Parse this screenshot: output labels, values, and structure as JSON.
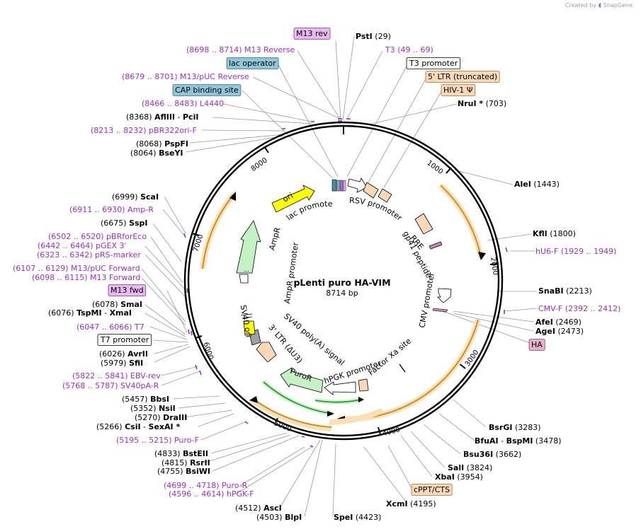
{
  "brand": {
    "created_by": "Created by",
    "name": "SnapGene"
  },
  "plasmid": {
    "name": "pLenti puro HA-VIM",
    "length": "8714 bp",
    "total_bp": 8714
  },
  "colors": {
    "primer": "#9b2fc8",
    "ring": "#000000",
    "orange": "#f3a21b",
    "green_fill": "#c5f2c5"
  },
  "ticks": [
    "1000",
    "2000",
    "3000",
    "4000",
    "5000",
    "6000",
    "7000",
    "8000"
  ],
  "labels": [
    {
      "id": "lb0",
      "parts": [
        {
          "t": "M13 rev",
          "s": "f"
        }
      ],
      "box": "#e8b9f0",
      "bstroke": "#7a3c8c"
    },
    {
      "id": "lb1",
      "parts": [
        {
          "t": "PstI",
          "s": "n"
        },
        {
          "t": "  (29)",
          "s": "p"
        }
      ]
    },
    {
      "id": "lb2",
      "parts": [
        {
          "t": "(8698 .. 8714)  M13 Reverse",
          "s": "r"
        }
      ]
    },
    {
      "id": "lb3",
      "parts": [
        {
          "t": "T3",
          "s": "r"
        },
        {
          "t": "    (49 .. 69)",
          "s": "r"
        }
      ]
    },
    {
      "id": "lb4",
      "parts": [
        {
          "t": "lac operator",
          "s": "f"
        }
      ],
      "box": "#8fc7d9",
      "bstroke": "#3d6f80"
    },
    {
      "id": "lb5",
      "parts": [
        {
          "t": "T3 promoter",
          "s": "f"
        }
      ],
      "box": "#ffffff",
      "bstroke": "#000000"
    },
    {
      "id": "lb6",
      "parts": [
        {
          "t": "(8679 .. 8701)  M13/pUC Reverse",
          "s": "r"
        }
      ]
    },
    {
      "id": "lb7",
      "parts": [
        {
          "t": "5' LTR (truncated)",
          "s": "f"
        }
      ],
      "box": "#fbd9b8",
      "bstroke": "#a0703e"
    },
    {
      "id": "lb8",
      "parts": [
        {
          "t": "CAP binding site",
          "s": "f"
        }
      ],
      "box": "#8fc7d9",
      "bstroke": "#3d6f80"
    },
    {
      "id": "lb9",
      "parts": [
        {
          "t": "HIV-1 Ψ",
          "s": "f"
        }
      ],
      "box": "#fbd9b8",
      "bstroke": "#a0703e"
    },
    {
      "id": "lb10",
      "parts": [
        {
          "t": "(8466 .. 8483)  L4440",
          "s": "r"
        }
      ]
    },
    {
      "id": "lb11",
      "parts": [
        {
          "t": "NruI *",
          "s": "n"
        },
        {
          "t": "  (703)",
          "s": "p"
        }
      ]
    },
    {
      "id": "lb12",
      "parts": [
        {
          "t": "(8368)  ",
          "s": "p"
        },
        {
          "t": "AflIII",
          "s": "n"
        },
        {
          "t": "  -  ",
          "s": "p"
        },
        {
          "t": "PciI",
          "s": "n"
        }
      ]
    },
    {
      "id": "lb13",
      "parts": [
        {
          "t": "(8213 .. 8232)  pBR322ori-F",
          "s": "r"
        }
      ]
    },
    {
      "id": "lb14",
      "parts": [
        {
          "t": "(8068)  ",
          "s": "p"
        },
        {
          "t": "PspFI",
          "s": "n"
        }
      ]
    },
    {
      "id": "lb15",
      "parts": [
        {
          "t": "(8064)  ",
          "s": "p"
        },
        {
          "t": "BseYI",
          "s": "n"
        }
      ]
    },
    {
      "id": "lb16",
      "parts": [
        {
          "t": "AleI",
          "s": "n"
        },
        {
          "t": "  (1443)",
          "s": "p"
        }
      ]
    },
    {
      "id": "lb17",
      "parts": [
        {
          "t": "(6999)  ",
          "s": "p"
        },
        {
          "t": "ScaI",
          "s": "n"
        }
      ]
    },
    {
      "id": "lb18",
      "parts": [
        {
          "t": "(6911 .. 6930)  Amp-R",
          "s": "r"
        }
      ]
    },
    {
      "id": "lb19",
      "parts": [
        {
          "t": "(6675)  ",
          "s": "p"
        },
        {
          "t": "SspI",
          "s": "n"
        }
      ]
    },
    {
      "id": "lb20",
      "parts": [
        {
          "t": "KflI",
          "s": "n"
        },
        {
          "t": "  (1800)",
          "s": "p"
        }
      ]
    },
    {
      "id": "lb21",
      "parts": [
        {
          "t": "(6502 .. 6520)  pBRforEco",
          "s": "r"
        }
      ]
    },
    {
      "id": "lb22",
      "parts": [
        {
          "t": "(6442 .. 6464)  pGEX 3'",
          "s": "r"
        }
      ]
    },
    {
      "id": "lb23",
      "parts": [
        {
          "t": "hU6-F",
          "s": "r"
        },
        {
          "t": "  (1929 .. 1949)",
          "s": "r"
        }
      ]
    },
    {
      "id": "lb24",
      "parts": [
        {
          "t": "(6323 .. 6342)  pRS-marker",
          "s": "r"
        }
      ]
    },
    {
      "id": "lb25",
      "parts": [
        {
          "t": "(6107 .. 6129)  M13/pUC Forward",
          "s": "r"
        }
      ]
    },
    {
      "id": "lb26",
      "parts": [
        {
          "t": "(6098 .. 6115)  M13 Forward",
          "s": "r"
        }
      ]
    },
    {
      "id": "lb27",
      "parts": [
        {
          "t": "SnaBI",
          "s": "n"
        },
        {
          "t": "  (2213)",
          "s": "p"
        }
      ]
    },
    {
      "id": "lb28",
      "parts": [
        {
          "t": "M13 fwd",
          "s": "f"
        }
      ],
      "box": "#e8b9f0",
      "bstroke": "#7a3c8c"
    },
    {
      "id": "lb29",
      "parts": [
        {
          "t": "(6078)  ",
          "s": "p"
        },
        {
          "t": "SmaI",
          "s": "n"
        }
      ]
    },
    {
      "id": "lb30",
      "parts": [
        {
          "t": "CMV-F",
          "s": "r"
        },
        {
          "t": "  (2392 .. 2412)",
          "s": "r"
        }
      ]
    },
    {
      "id": "lb31",
      "parts": [
        {
          "t": "(6076)  ",
          "s": "p"
        },
        {
          "t": "TspMI",
          "s": "n"
        },
        {
          "t": "  -  ",
          "s": "p"
        },
        {
          "t": "XmaI",
          "s": "n"
        }
      ]
    },
    {
      "id": "lb32",
      "parts": [
        {
          "t": "AfeI",
          "s": "n"
        },
        {
          "t": "  (2469)",
          "s": "p"
        }
      ]
    },
    {
      "id": "lb33",
      "parts": [
        {
          "t": "AgeI",
          "s": "n"
        },
        {
          "t": "  (2473)",
          "s": "p"
        }
      ]
    },
    {
      "id": "lb34",
      "parts": [
        {
          "t": "(6047 .. 6066)  T7",
          "s": "r"
        }
      ]
    },
    {
      "id": "lb35",
      "parts": [
        {
          "t": "T7 promoter",
          "s": "f"
        }
      ],
      "box": "#ffffff",
      "bstroke": "#000000"
    },
    {
      "id": "lb36",
      "parts": [
        {
          "t": "HA",
          "s": "f"
        }
      ],
      "box": "#e2b3c8",
      "bstroke": "#8a4a66"
    },
    {
      "id": "lb37",
      "parts": [
        {
          "t": "(6026)  ",
          "s": "p"
        },
        {
          "t": "AvrII",
          "s": "n"
        }
      ]
    },
    {
      "id": "lb38",
      "parts": [
        {
          "t": "(5979)  ",
          "s": "p"
        },
        {
          "t": "SfiI",
          "s": "n"
        }
      ]
    },
    {
      "id": "lb39",
      "parts": [
        {
          "t": "(5822 .. 5841)  EBV-rev",
          "s": "r"
        }
      ]
    },
    {
      "id": "lb40",
      "parts": [
        {
          "t": "(5768 .. 5787)  SV40pA-R",
          "s": "r"
        }
      ]
    },
    {
      "id": "lb41",
      "parts": [
        {
          "t": "(5457)  ",
          "s": "p"
        },
        {
          "t": "BbsI",
          "s": "n"
        }
      ]
    },
    {
      "id": "lb42",
      "parts": [
        {
          "t": "(5352)  ",
          "s": "p"
        },
        {
          "t": "NsiI",
          "s": "n"
        }
      ]
    },
    {
      "id": "lb43",
      "parts": [
        {
          "t": "(5270)  ",
          "s": "p"
        },
        {
          "t": "DraIII",
          "s": "n"
        }
      ]
    },
    {
      "id": "lb44",
      "parts": [
        {
          "t": "(5266)  ",
          "s": "p"
        },
        {
          "t": "CsiI",
          "s": "n"
        },
        {
          "t": "  -  ",
          "s": "p"
        },
        {
          "t": "SexAI *",
          "s": "n"
        }
      ]
    },
    {
      "id": "lb45",
      "parts": [
        {
          "t": "BsrGI",
          "s": "n"
        },
        {
          "t": "  (3283)",
          "s": "p"
        }
      ]
    },
    {
      "id": "lb46",
      "parts": [
        {
          "t": "(5195 .. 5215)  Puro-F",
          "s": "r"
        }
      ]
    },
    {
      "id": "lb47",
      "parts": [
        {
          "t": "BfuAI",
          "s": "n"
        },
        {
          "t": "  -  ",
          "s": "p"
        },
        {
          "t": "BspMI",
          "s": "n"
        },
        {
          "t": "  (3478)",
          "s": "p"
        }
      ]
    },
    {
      "id": "lb48",
      "parts": [
        {
          "t": "Bsu36I",
          "s": "n"
        },
        {
          "t": "  (3662)",
          "s": "p"
        }
      ]
    },
    {
      "id": "lb49",
      "parts": [
        {
          "t": "(4833)  ",
          "s": "p"
        },
        {
          "t": "BstEII",
          "s": "n"
        }
      ]
    },
    {
      "id": "lb50",
      "parts": [
        {
          "t": "(4815)  ",
          "s": "p"
        },
        {
          "t": "RsrII",
          "s": "n"
        }
      ]
    },
    {
      "id": "lb51",
      "parts": [
        {
          "t": "SalI",
          "s": "n"
        },
        {
          "t": "  (3824)",
          "s": "p"
        }
      ]
    },
    {
      "id": "lb52",
      "parts": [
        {
          "t": "(4755)  ",
          "s": "p"
        },
        {
          "t": "BsiWI",
          "s": "n"
        }
      ]
    },
    {
      "id": "lb53",
      "parts": [
        {
          "t": "XbaI",
          "s": "n"
        },
        {
          "t": "  (3954)",
          "s": "p"
        }
      ]
    },
    {
      "id": "lb54",
      "parts": [
        {
          "t": "(4699 .. 4718)  Puro-R",
          "s": "r"
        }
      ]
    },
    {
      "id": "lb55",
      "parts": [
        {
          "t": "cPPT/CTS",
          "s": "f"
        }
      ],
      "box": "#fbd9b8",
      "bstroke": "#a0703e"
    },
    {
      "id": "lb56",
      "parts": [
        {
          "t": "(4596 .. 4614)  hPGK-F",
          "s": "r"
        }
      ]
    },
    {
      "id": "lb57",
      "parts": [
        {
          "t": "XcmI",
          "s": "n"
        },
        {
          "t": "  (4195)",
          "s": "p"
        }
      ]
    },
    {
      "id": "lb58",
      "parts": [
        {
          "t": "(4512)  ",
          "s": "p"
        },
        {
          "t": "AscI",
          "s": "n"
        }
      ]
    },
    {
      "id": "lb59",
      "parts": [
        {
          "t": "(4503)  ",
          "s": "p"
        },
        {
          "t": "BlpI",
          "s": "n"
        }
      ]
    },
    {
      "id": "lb60",
      "parts": [
        {
          "t": "SpeI",
          "s": "n"
        },
        {
          "t": "  (4423)",
          "s": "p"
        }
      ]
    }
  ],
  "features_inner": [
    {
      "id": "fi_ori",
      "text": "ori"
    },
    {
      "id": "fi_lacprom",
      "text": "lac promoter"
    },
    {
      "id": "fi_rsv",
      "text": "RSV promoter"
    },
    {
      "id": "fi_rre",
      "text": "RRE"
    },
    {
      "id": "fi_gp41",
      "text": "gp41 peptide"
    },
    {
      "id": "fi_cmv",
      "text": "CMV promoter"
    },
    {
      "id": "fi_fxa",
      "text": "Factor Xa site"
    },
    {
      "id": "fi_hpgk",
      "text": "hPGK promoter"
    },
    {
      "id": "fi_puror",
      "text": "PuroR"
    },
    {
      "id": "fi_ltr3",
      "text": "3' LTR (ΔU3)"
    },
    {
      "id": "fi_sv40pa",
      "text": "SV40 poly(A) signal"
    },
    {
      "id": "fi_sv40ori",
      "text": "SV40 ori"
    },
    {
      "id": "fi_ampprom",
      "text": "AmpR promoter"
    },
    {
      "id": "fi_ampr",
      "text": "AmpR"
    }
  ]
}
